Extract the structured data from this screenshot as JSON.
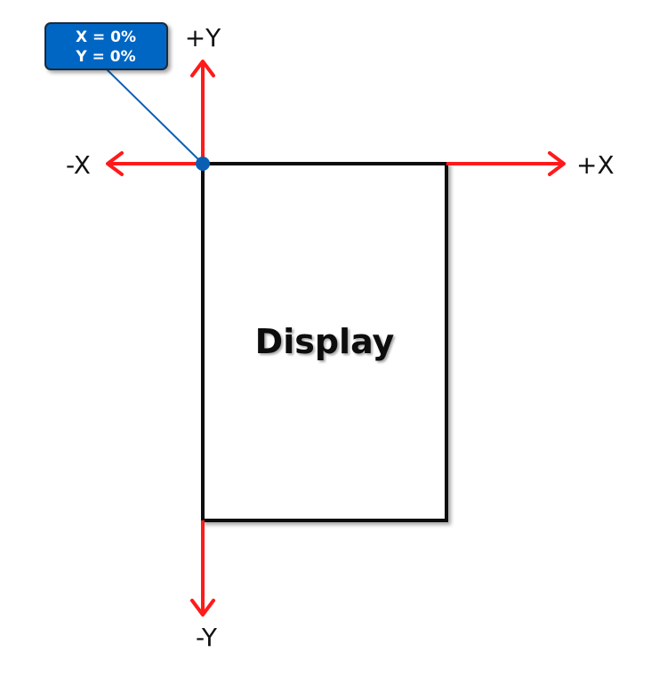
{
  "display": {
    "label": "Display"
  },
  "axes": {
    "pos_x": "+X",
    "neg_x": "-X",
    "pos_y": "+Y",
    "neg_y": "-Y"
  },
  "callout": {
    "line1": "X = 0%",
    "line2": "Y = 0%"
  },
  "colors": {
    "axis": "#ff1a1a",
    "display_border": "#111111",
    "origin_marker": "#0b5fb3",
    "callout_fill": "#0066c4",
    "callout_border": "#1e2b3a",
    "leader_line": "#0b5fb3"
  }
}
